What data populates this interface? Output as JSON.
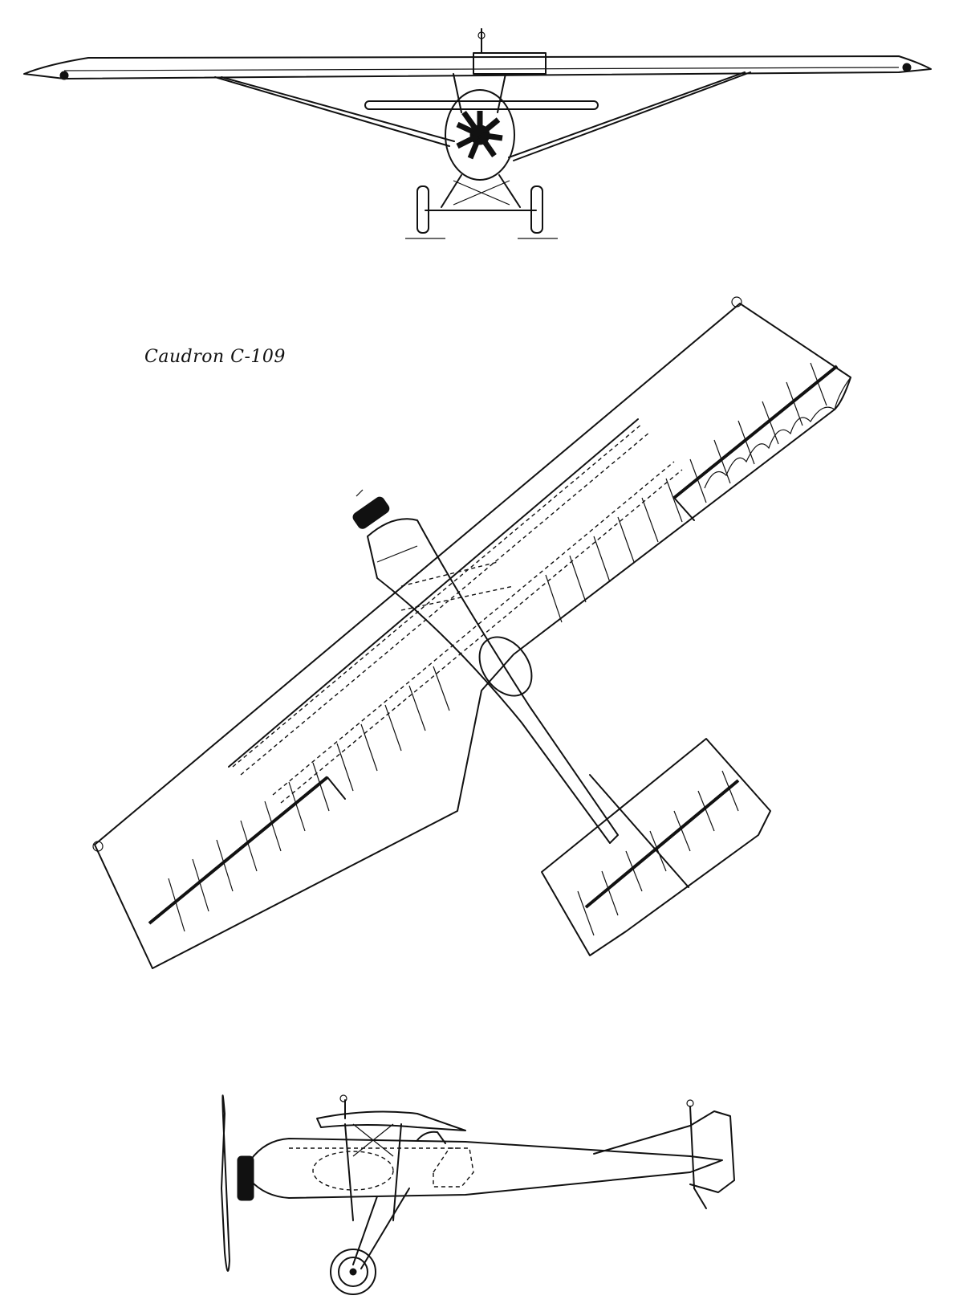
{
  "drawing": {
    "caption": "Caudron C-109",
    "views": [
      "front-view",
      "plan-view",
      "side-view"
    ]
  }
}
